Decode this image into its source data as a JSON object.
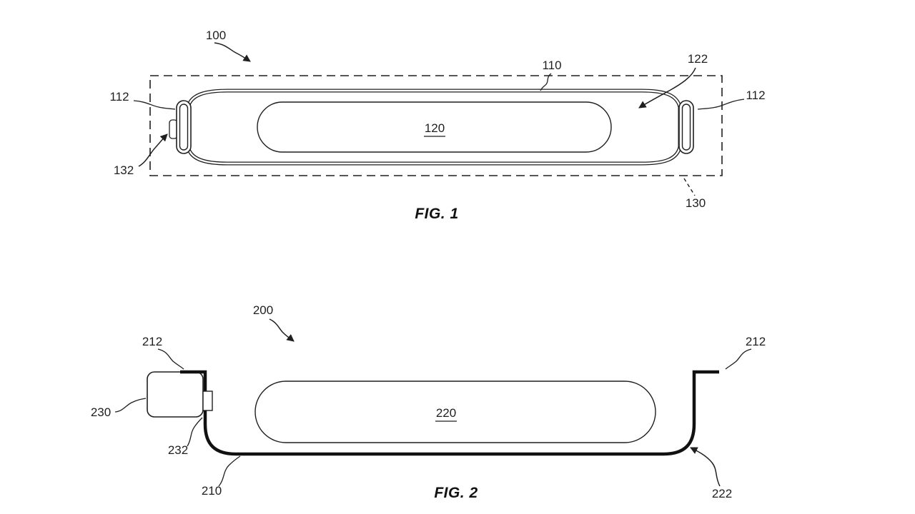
{
  "document": {
    "type": "patent-drawing-sheet"
  },
  "figure1": {
    "caption": "FIG. 1",
    "ref_100": "100",
    "ref_110": "110",
    "ref_112_left": "112",
    "ref_112_right": "112",
    "ref_120": "120",
    "ref_122": "122",
    "ref_130": "130",
    "ref_132": "132"
  },
  "figure2": {
    "caption": "FIG. 2",
    "ref_200": "200",
    "ref_210": "210",
    "ref_212_left": "212",
    "ref_212_right": "212",
    "ref_220": "220",
    "ref_222": "222",
    "ref_230": "230",
    "ref_232": "232"
  },
  "colors": {
    "ink": "#1f1f1f",
    "background": "#ffffff"
  }
}
